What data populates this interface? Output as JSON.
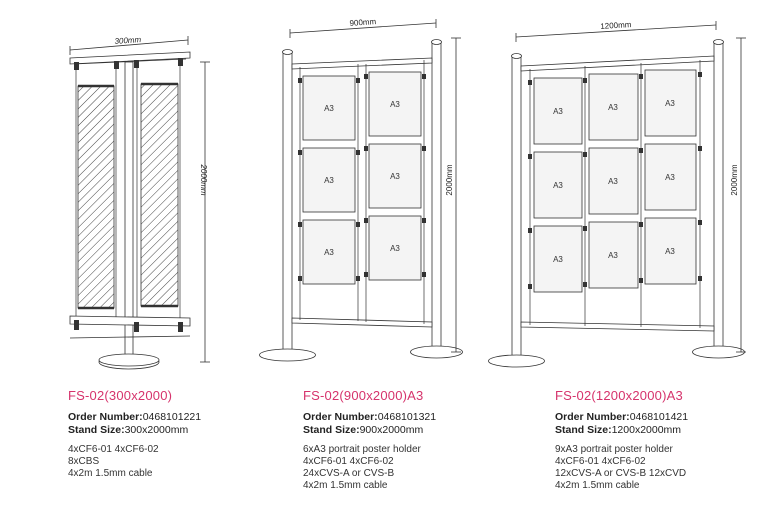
{
  "diagrams": [
    {
      "width_label": "300mm",
      "height_label": "2000mm",
      "panel_label": "",
      "panels_cols": 2,
      "panels_rows": 1
    },
    {
      "width_label": "900mm",
      "height_label": "2000mm",
      "panel_label": "A3",
      "panels_cols": 2,
      "panels_rows": 3
    },
    {
      "width_label": "1200mm",
      "height_label": "2000mm",
      "panel_label": "A3",
      "panels_cols": 3,
      "panels_rows": 3
    }
  ],
  "products": [
    {
      "title": "FS-02(300x2000)",
      "order_label": "Order Number:",
      "order_number": "0468101221",
      "stand_label": "Stand Size:",
      "stand_size": "300x2000mm",
      "components": [
        "4xCF6-01 4xCF6-02",
        "8xCBS",
        "4x2m 1.5mm cable"
      ]
    },
    {
      "title": "FS-02(900x2000)A3",
      "order_label": "Order Number:",
      "order_number": "0468101321",
      "stand_label": "Stand Size:",
      "stand_size": "900x2000mm",
      "components": [
        "6xA3 portrait poster holder",
        "4xCF6-01 4xCF6-02",
        "24xCVS-A or CVS-B",
        "4x2m 1.5mm cable"
      ]
    },
    {
      "title": "FS-02(1200x2000)A3",
      "order_label": "Order Number:",
      "order_number": "0468101421",
      "stand_label": "Stand Size:",
      "stand_size": "1200x2000mm",
      "components": [
        "9xA3 portrait poster holder",
        "4xCF6-01 4xCF6-02",
        "12xCVS-A or CVS-B 12xCVD",
        "4x2m 1.5mm cable"
      ]
    }
  ],
  "colors": {
    "title": "#d6336c",
    "line": "#333333",
    "panel_fill": "#f4f4f4"
  }
}
